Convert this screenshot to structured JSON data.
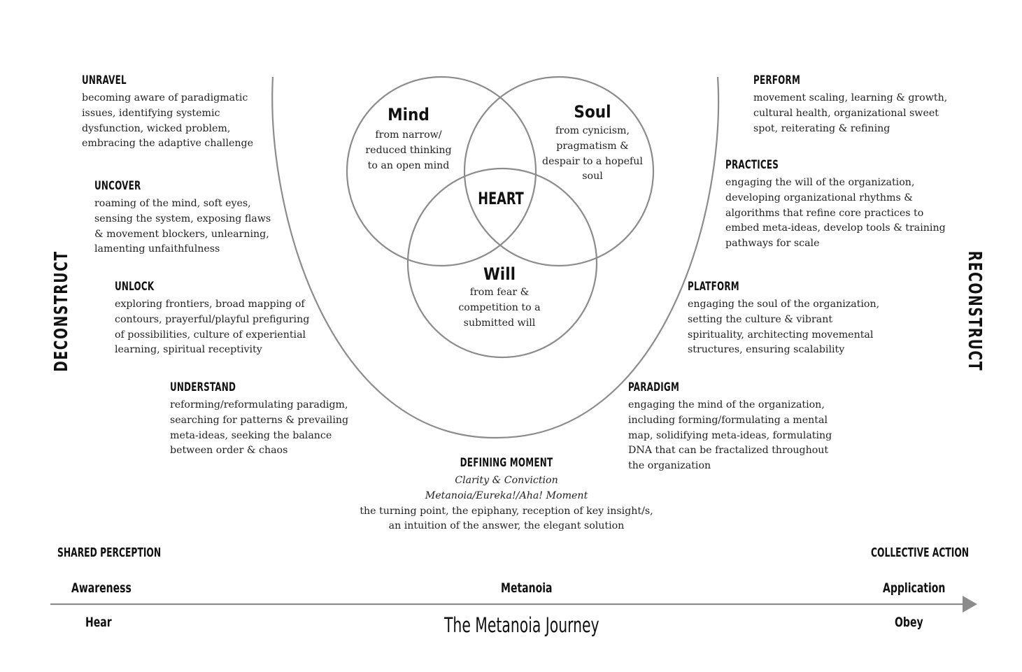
{
  "venn": {
    "mind": {
      "title": "Mind",
      "lines": [
        "from narrow/",
        "reduced thinking",
        "to an open mind"
      ]
    },
    "soul": {
      "title": "Soul",
      "lines": [
        "from cynicism,",
        "pragmatism &",
        "despair to a hopeful",
        "soul"
      ]
    },
    "will": {
      "title": "Will",
      "lines": [
        "from fear &",
        "competition to a",
        "submitted will"
      ]
    },
    "center": "HEART"
  },
  "left_steps": [
    {
      "title": "UNRAVEL",
      "lines": [
        "becoming aware of paradigmatic",
        "issues, identifying systemic",
        "dysfunction, wicked problem,",
        "embracing the adaptive challenge"
      ]
    },
    {
      "title": "UNCOVER",
      "lines": [
        "roaming of the mind, soft eyes,",
        "sensing the system, exposing flaws",
        "& movement blockers, unlearning,",
        "lamenting unfaithfulness"
      ]
    },
    {
      "title": "UNLOCK",
      "lines": [
        "exploring frontiers, broad mapping of",
        "contours, prayerful/playful prefiguring",
        "of possibilities, culture of experiential",
        "learning, spiritual receptivity"
      ]
    },
    {
      "title": "UNDERSTAND",
      "lines": [
        "reforming/reformulating paradigm,",
        "searching for patterns & prevailing",
        "meta-ideas, seeking the balance",
        "between order & chaos"
      ]
    }
  ],
  "right_steps": [
    {
      "title": "PERFORM",
      "lines": [
        "movement scaling, learning & growth,",
        "cultural health, organizational sweet",
        "spot, reiterating & refining"
      ]
    },
    {
      "title": "PRACTICES",
      "lines": [
        "engaging the will of the organization,",
        "developing organizational rhythms &",
        "algorithms that refine core practices to",
        "embed meta-ideas, develop tools & training",
        "pathways for scale"
      ]
    },
    {
      "title": "PLATFORM",
      "lines": [
        "engaging the soul of the organization,",
        "setting the culture & vibrant",
        "spirituality, architecting movemental",
        "structures, ensuring scalability"
      ]
    },
    {
      "title": "PARADIGM",
      "lines": [
        "engaging the mind of the organization,",
        "including forming/formulating a mental",
        "map, solidifying meta-ideas, formulating",
        "DNA that can be fractalized throughout",
        "the organization"
      ]
    }
  ],
  "defining_moment": {
    "title": "DEFINING MOMENT",
    "italic_lines": [
      "Clarity & Conviction",
      "Metanoia/Eureka!/Aha! Moment"
    ],
    "lines": [
      "the turning point, the epiphany, reception of key insight/s,",
      "an intuition of the answer, the elegant solution"
    ]
  },
  "side_labels": {
    "left": "DECONSTRUCT",
    "right": "RECONSTRUCT"
  },
  "bottom": {
    "shared_perception": "SHARED PERCEPTION",
    "collective_action": "COLLECTIVE ACTION",
    "awareness": "Awareness",
    "metanoia": "Metanoia",
    "application": "Application",
    "hear": "Hear",
    "obey": "Obey",
    "journey_title": "The Metanoia Journey"
  },
  "colors": {
    "line": "#8c8c8c",
    "text": "#1a1a1a",
    "arrow": "#8c8c8c"
  }
}
